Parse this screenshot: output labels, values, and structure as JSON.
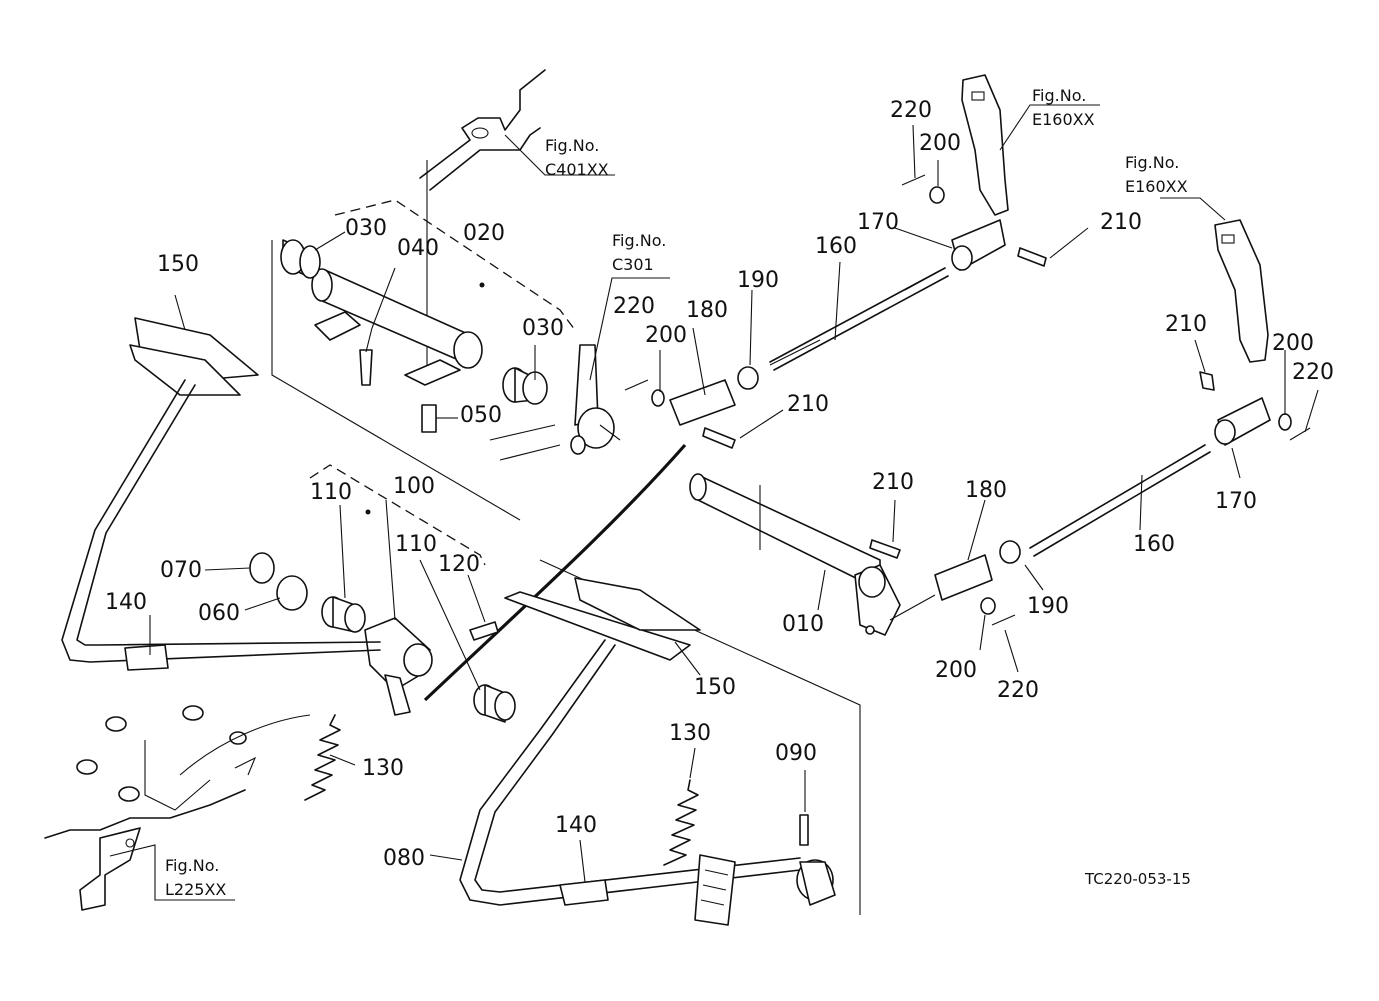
{
  "drawing_code": "TC220-053-15",
  "figure_references": [
    {
      "key": "c401",
      "caption": "Fig.No.",
      "code": "C401XX"
    },
    {
      "key": "c301",
      "caption": "Fig.No.",
      "code": "C301"
    },
    {
      "key": "e160a",
      "caption": "Fig.No.",
      "code": "E160XX"
    },
    {
      "key": "e160b",
      "caption": "Fig.No.",
      "code": "E160XX"
    },
    {
      "key": "l225",
      "caption": "Fig.No.",
      "code": "L225XX"
    }
  ],
  "part_labels": [
    "030",
    "040",
    "020",
    "150",
    "030",
    "050",
    "220",
    "200",
    "180",
    "190",
    "210",
    "160",
    "170",
    "220",
    "200",
    "210",
    "210",
    "200",
    "220",
    "170",
    "160",
    "210",
    "180",
    "190",
    "200",
    "220",
    "010",
    "100",
    "110",
    "110",
    "120",
    "070",
    "060",
    "140",
    "150",
    "130",
    "130",
    "090",
    "140",
    "080"
  ],
  "colors": {
    "ink": "#111111",
    "paper": "#ffffff"
  }
}
